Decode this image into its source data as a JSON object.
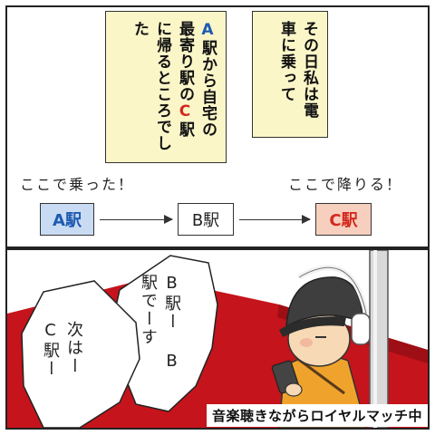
{
  "top_panel": {
    "caption_right": "その日私は電車に乗って",
    "caption_left": {
      "a_letter": "A",
      "a_rest": "駅から自宅の最寄り駅の",
      "c_letter": "C",
      "c_rest": "駅に帰るところでした"
    },
    "label_boarded": "ここで乗った！",
    "label_getoff": "ここで降りる！",
    "stations": {
      "a": "A駅",
      "b": "B駅",
      "c": "C駅"
    }
  },
  "bottom_panel": {
    "bubble_b": "B駅ー B駅でーす",
    "bubble_next": "次はー C駅ー",
    "banner": "音楽聴きながらロイヤルマッチ中"
  },
  "colors": {
    "caption_bg": "#fbf6c8",
    "station_a_bg": "#c9dbf3",
    "station_c_bg": "#f7cfbe",
    "accent_red": "#d4281e",
    "accent_blue": "#1d5bb0",
    "seat_red": "#c5141b"
  }
}
